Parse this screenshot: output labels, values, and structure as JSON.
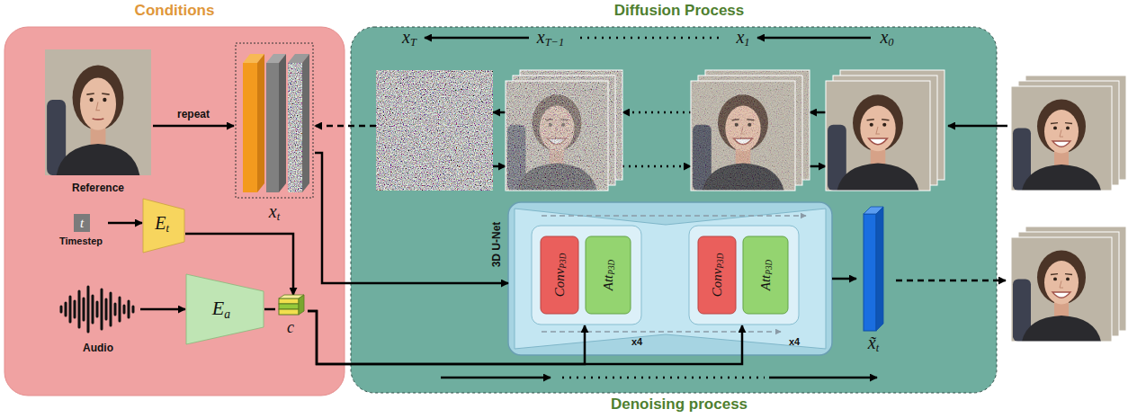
{
  "diagram": {
    "nodes": [
      {
        "text": [
          "Conditions"
        ]
      },
      {
        "text": [
          "Diffusion Process",
          "Denoising process"
        ]
      },
      {
        "text": [
          "Reference"
        ],
        "in": 0
      },
      {
        "text": [
          "xt"
        ],
        "in": 0
      },
      {
        "text": [
          "t",
          "Timestep"
        ],
        "in": 0
      },
      {
        "text": [
          "Et"
        ],
        "in": 0
      },
      {
        "text": [
          "Audio"
        ],
        "in": 0
      },
      {
        "text": [
          "Ea"
        ],
        "in": 0
      },
      {
        "text": [
          "c"
        ],
        "in": 0
      },
      {
        "text": [
          "xT"
        ],
        "in": 1
      },
      {
        "text": [
          "xT−1"
        ],
        "in": 1
      },
      {
        "text": [
          "x1"
        ],
        "in": 1
      },
      {
        "text": [
          "x0"
        ],
        "in": 1
      },
      {
        "text": [
          "3D U-Net"
        ],
        "in": 1
      },
      {
        "text": [
          "x4"
        ],
        "in": 13
      },
      {
        "text": [
          "ConvP3D"
        ],
        "in": 14
      },
      {
        "text": [
          "AttP3D"
        ],
        "in": 14
      },
      {
        "text": [
          "x4"
        ],
        "in": 13
      },
      {
        "text": [
          "ConvP3D"
        ],
        "in": 17
      },
      {
        "text": [
          "AttP3D"
        ],
        "in": 17
      },
      {
        "text": [
          "x̃t"
        ],
        "in": 1
      }
    ],
    "edges": [
      {
        "from": 2,
        "to": 3,
        "label": "repeat",
        "arrow": "to"
      },
      {
        "from": 9,
        "to": 3,
        "arrow": "to"
      },
      {
        "from": 4,
        "to": 5,
        "arrow": "to"
      },
      {
        "from": 5,
        "to": 8,
        "arrow": "to"
      },
      {
        "from": 6,
        "to": 7,
        "arrow": "to"
      },
      {
        "from": 7,
        "to": 8,
        "arrow": "none"
      },
      {
        "from": 3,
        "to": 13,
        "arrow": "to"
      },
      {
        "from": 8,
        "to": 14,
        "arrow": "to"
      },
      {
        "from": 8,
        "to": 17,
        "arrow": "to"
      },
      {
        "from": 13,
        "to": 20,
        "arrow": "to"
      },
      {
        "from": 12,
        "to": 11,
        "arrow": "to"
      },
      {
        "from": 11,
        "to": 10,
        "arrow": "to"
      },
      {
        "from": 10,
        "to": 9,
        "arrow": "to"
      },
      {
        "from": 9,
        "to": 10,
        "arrow": "to"
      },
      {
        "from": 10,
        "to": 11,
        "arrow": "to"
      },
      {
        "from": 11,
        "to": 12,
        "arrow": "to"
      }
    ]
  }
}
